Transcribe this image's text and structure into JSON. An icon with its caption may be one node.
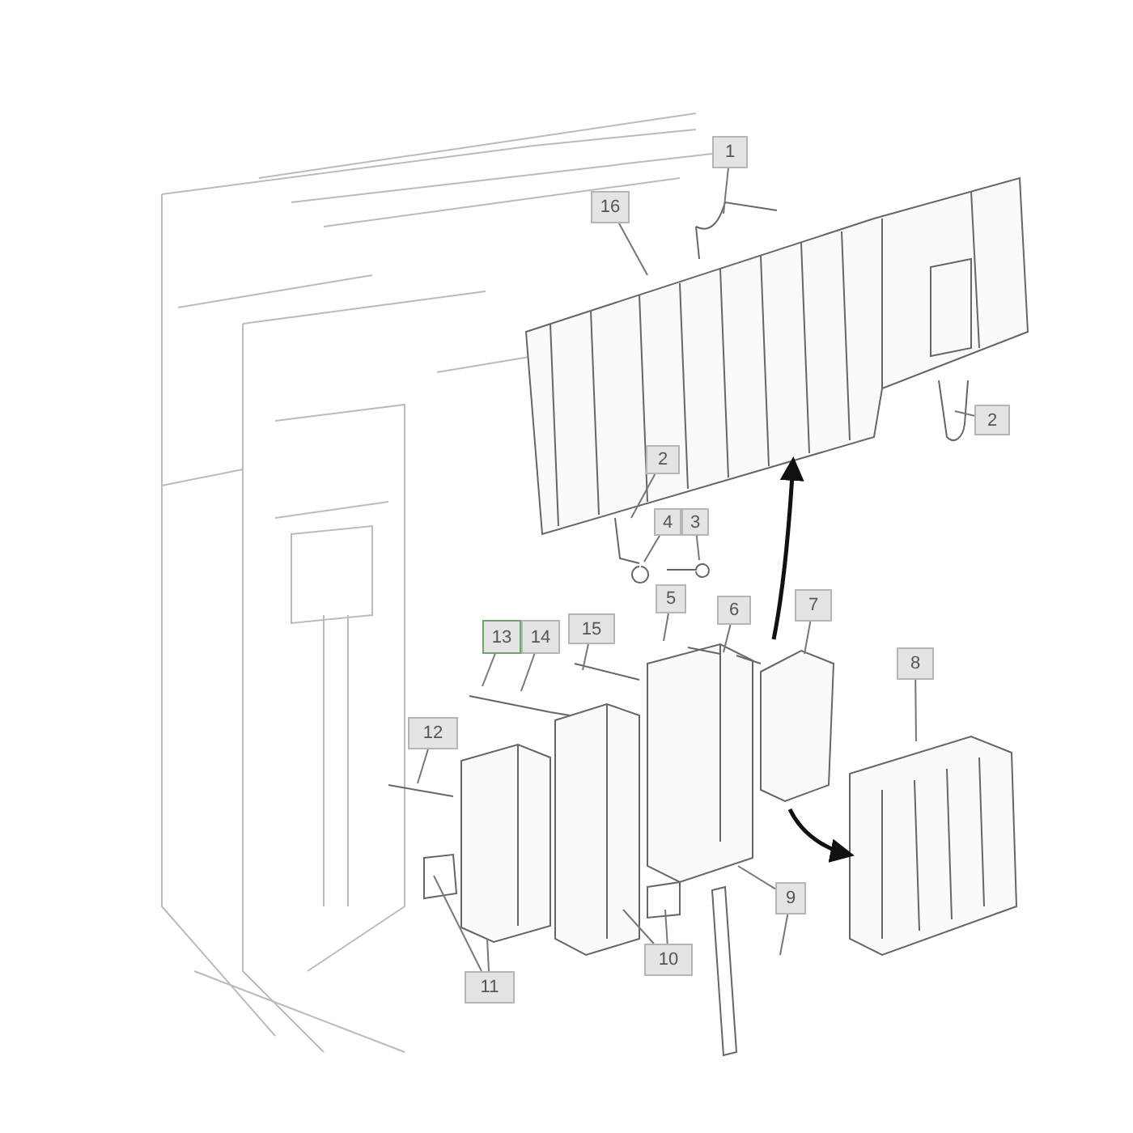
{
  "diagram": {
    "nodes": [
      {
        "text": [
          "1"
        ]
      },
      {
        "text": [
          "16"
        ]
      },
      {
        "text": [
          "2"
        ]
      },
      {
        "text": [
          "2"
        ]
      },
      {
        "text": [
          "4"
        ]
      },
      {
        "text": [
          "3"
        ]
      },
      {
        "text": [
          "5"
        ]
      },
      {
        "text": [
          "6"
        ]
      },
      {
        "text": [
          "7"
        ]
      },
      {
        "text": [
          "8"
        ]
      },
      {
        "text": [
          "13"
        ]
      },
      {
        "text": [
          "14"
        ]
      },
      {
        "text": [
          "15"
        ]
      },
      {
        "text": [
          "12"
        ]
      },
      {
        "text": [
          "9"
        ]
      },
      {
        "text": [
          "10"
        ]
      },
      {
        "text": [
          "11"
        ]
      }
    ],
    "edges": [
      {
        "from": 0,
        "to": null,
        "arrow": "none"
      },
      {
        "from": 1,
        "to": null,
        "arrow": "none"
      },
      {
        "from": 2,
        "to": null,
        "arrow": "none"
      },
      {
        "from": 3,
        "to": null,
        "arrow": "none"
      },
      {
        "from": 4,
        "to": null,
        "arrow": "none"
      },
      {
        "from": 5,
        "to": null,
        "arrow": "none"
      },
      {
        "from": 6,
        "to": null,
        "arrow": "none"
      },
      {
        "from": 7,
        "to": null,
        "arrow": "none"
      },
      {
        "from": 8,
        "to": null,
        "arrow": "none"
      },
      {
        "from": 9,
        "to": null,
        "arrow": "none"
      },
      {
        "from": 10,
        "to": null,
        "arrow": "none"
      },
      {
        "from": 11,
        "to": null,
        "arrow": "none"
      },
      {
        "from": 12,
        "to": null,
        "arrow": "none"
      },
      {
        "from": 13,
        "to": null,
        "arrow": "none"
      },
      {
        "from": 14,
        "to": null,
        "arrow": "none"
      },
      {
        "from": 14,
        "to": null,
        "arrow": "none"
      },
      {
        "from": 15,
        "to": null,
        "arrow": "none"
      },
      {
        "from": 15,
        "to": null,
        "arrow": "none"
      },
      {
        "from": 16,
        "to": null,
        "arrow": "none"
      },
      {
        "from": 16,
        "to": null,
        "arrow": "none"
      }
    ]
  }
}
